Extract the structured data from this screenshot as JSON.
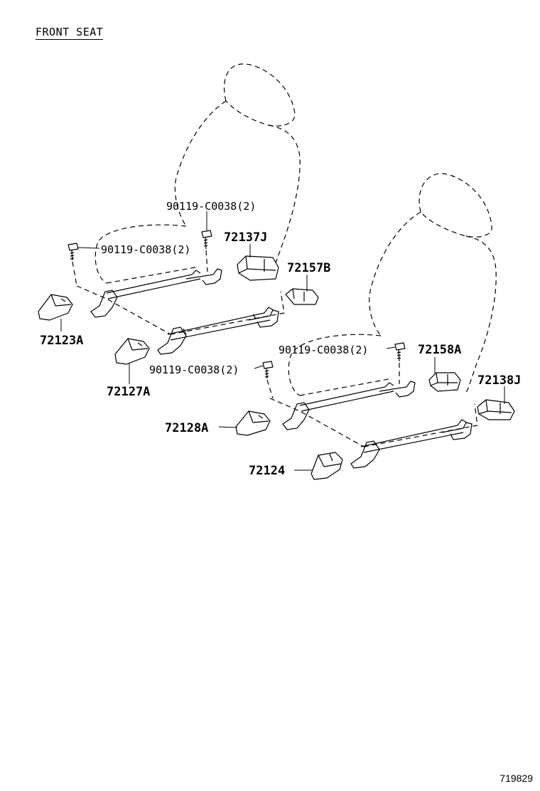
{
  "header": {
    "title": "FRONT SEAT"
  },
  "footer": {
    "figure_number": "719829"
  },
  "callouts": {
    "bolt_left_upper": "90119-C0038(2)",
    "bolt_left_lower": "90119-C0038(2)",
    "bolt_right_upper": "90119-C0038(2)",
    "bolt_right_lower": "90119-C0038(2)",
    "p72137J": "72137J",
    "p72157B": "72157B",
    "p72123A": "72123A",
    "p72127A": "72127A",
    "p72158A": "72158A",
    "p72138J": "72138J",
    "p72128A": "72128A",
    "p72124": "72124"
  },
  "icons": [
    "bolt-icon",
    "seat-cover-icon",
    "seat-outline-icon",
    "seat-rail-icon"
  ],
  "colors": {
    "line": "#000000",
    "background": "#ffffff"
  }
}
